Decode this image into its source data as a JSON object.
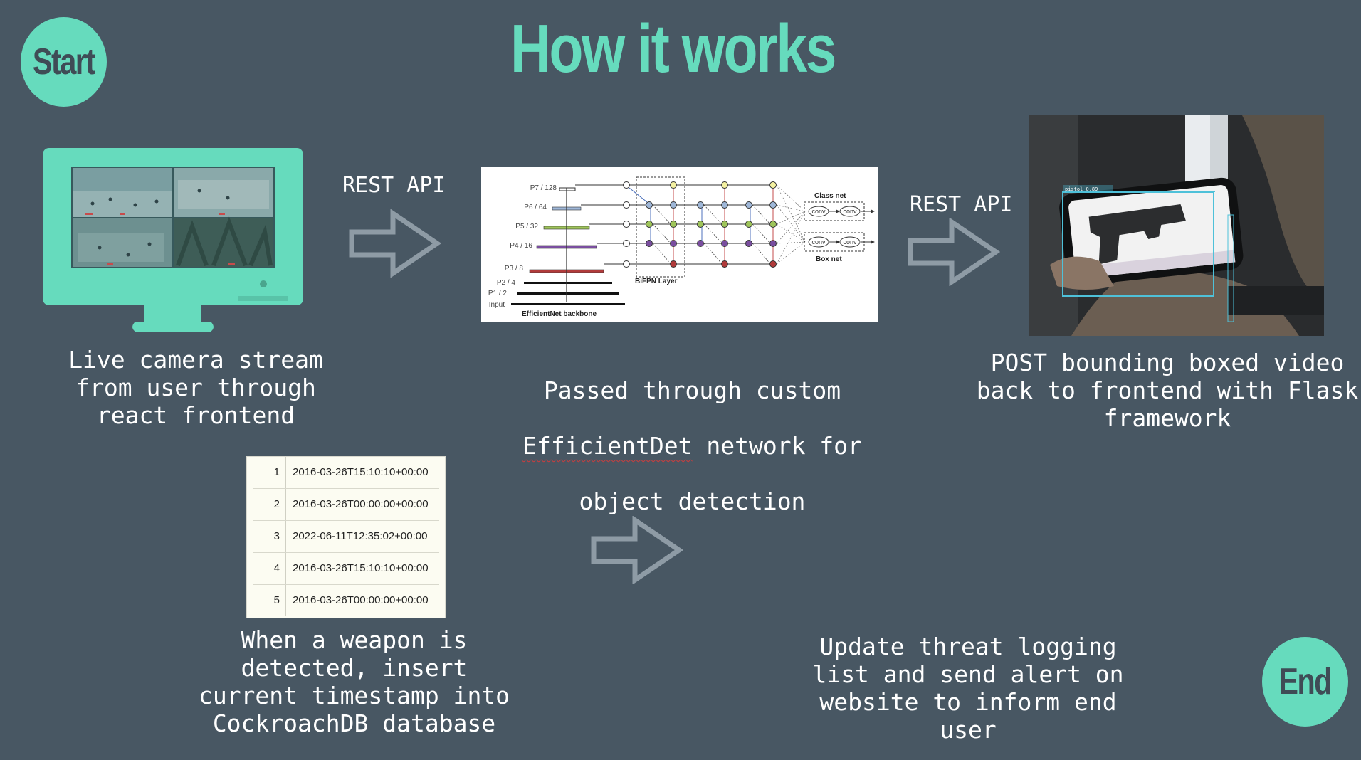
{
  "title": "How it works",
  "start_label": "Start",
  "end_label": "End",
  "arrows": {
    "api_label_1": "REST API",
    "api_label_2": "REST API"
  },
  "steps": {
    "camera_caption": "Live camera stream\nfrom user through\nreact frontend",
    "network_caption_line1": "Passed through custom",
    "network_caption_word": "EfficientDet",
    "network_caption_line2_rest": " network for",
    "network_caption_line3": "object detection",
    "video_caption": "POST bounding boxed video\nback to frontend with Flask\nframework",
    "db_caption": "When a weapon is\ndetected, insert\ncurrent timestamp into\nCockroachDB database",
    "alert_caption": "Update threat logging\nlist and send alert on\nwebsite to inform end\nuser"
  },
  "network_diagram": {
    "levels": [
      "P7 / 128",
      "P6 / 64",
      "P5 / 32",
      "P4 / 16",
      "P3 / 8",
      "P2 / 4",
      "P1 / 2",
      "Input"
    ],
    "bifpn_label": "BiFPN Layer",
    "backbone_label": "EfficientNet backbone",
    "class_net_label": "Class net",
    "box_net_label": "Box net",
    "conv_label": "conv"
  },
  "video_detection_label": "pistol 0.89",
  "timestamps": [
    {
      "index": "1",
      "value": "2016-03-26T15:10:10+00:00"
    },
    {
      "index": "2",
      "value": "2016-03-26T00:00:00+00:00"
    },
    {
      "index": "3",
      "value": "2022-06-11T12:35:02+00:00"
    },
    {
      "index": "4",
      "value": "2016-03-26T15:10:10+00:00"
    },
    {
      "index": "5",
      "value": "2016-03-26T00:00:00+00:00"
    }
  ],
  "colors": {
    "background": "#485763",
    "accent": "#66dbbd",
    "arrow": "#8e9ba5"
  }
}
